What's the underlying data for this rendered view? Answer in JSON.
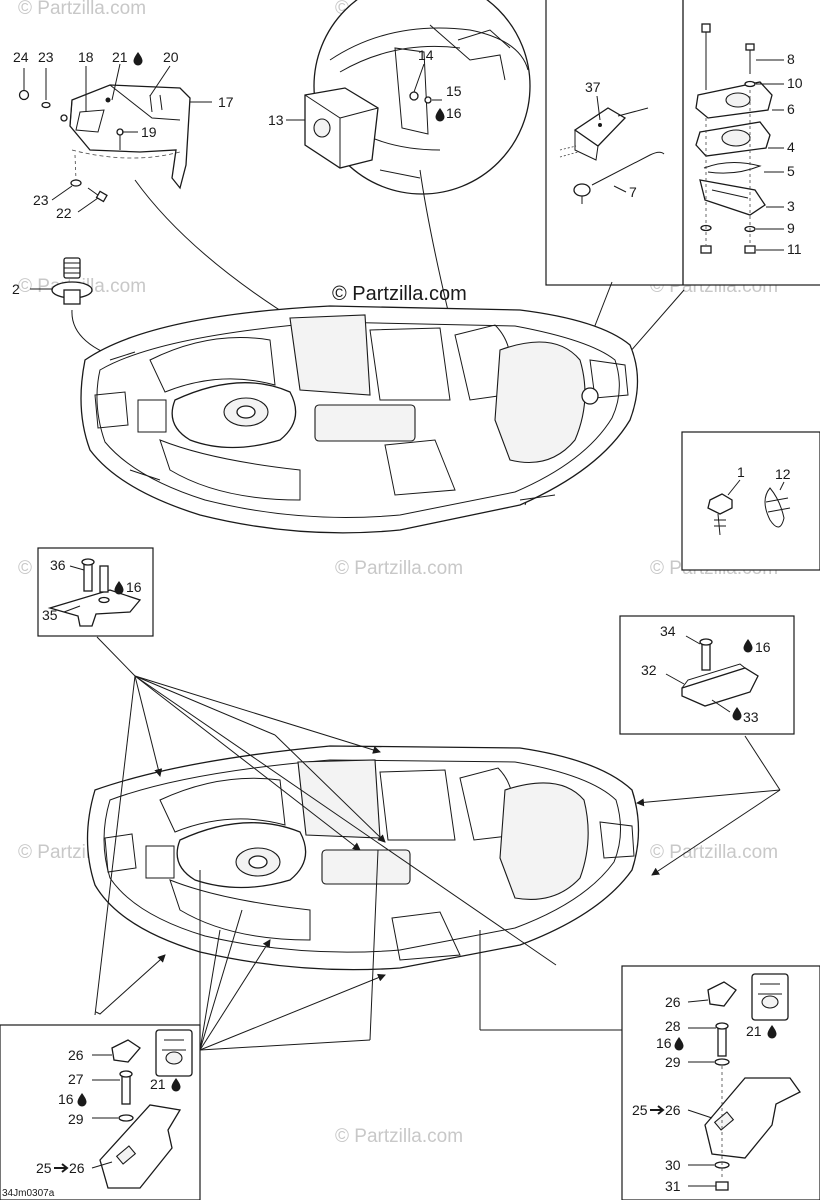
{
  "copyright": "© Partzilla.com",
  "watermark": "© Partzilla.com",
  "reference_code": "34Jm0307a",
  "drop_icon": "drop-icon",
  "arrow_icon": "right-arrow-icon",
  "callouts": {
    "p1": "1",
    "p2": "2",
    "p3": "3",
    "p4": "4",
    "p5": "5",
    "p6": "6",
    "p7": "7",
    "p8": "8",
    "p9": "9",
    "p10": "10",
    "p11": "11",
    "p12": "12",
    "p13": "13",
    "p14": "14",
    "p15": "15",
    "p16": "16",
    "p17": "17",
    "p18": "18",
    "p19": "19",
    "p20": "20",
    "p21": "21",
    "p22": "22",
    "p23": "23",
    "p24": "24",
    "p25": "25",
    "p26": "26",
    "p27": "27",
    "p28": "28",
    "p29": "29",
    "p30": "30",
    "p31": "31",
    "p32": "32",
    "p33": "33",
    "p34": "34",
    "p35": "35",
    "p36": "36",
    "p37": "37"
  }
}
